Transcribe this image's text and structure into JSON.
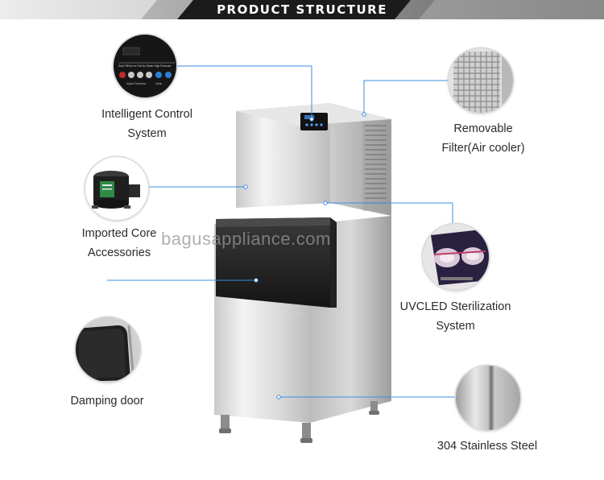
{
  "header": {
    "title": "PRODUCT STRUCTURE",
    "colors": {
      "light": "#dcdcdc",
      "mid": "#7a7a7a",
      "dark": "#1b1b1b",
      "accent": "#2d82d8"
    }
  },
  "callouts": {
    "control": {
      "line1": "Intelligent Control",
      "line2": "System"
    },
    "filter": {
      "line1": "Removable",
      "line2": "Filter(Air cooler)"
    },
    "compressor": {
      "line1": "Imported Core",
      "line2": "Accessories"
    },
    "uvc": {
      "line1": "UVCLED Sterilization",
      "line2": "System"
    },
    "door": {
      "line1": "Damping door"
    },
    "steel": {
      "line1": "304 Stainless Steel"
    }
  },
  "watermark": "bagusappliance.com",
  "control_panel": {
    "button_labels": [
      "Start",
      "Fill/Ice",
      "Ice Full",
      "No Water",
      "High Pressure",
      "Clean"
    ],
    "bottom_labels": [
      "Adjust Thickness",
      "Clean"
    ]
  },
  "icons": {
    "control": "control-panel-icon",
    "filter": "filter-grid-icon",
    "compressor": "compressor-icon",
    "uvc": "uv-lamp-icon",
    "door": "damping-door-icon",
    "steel": "steel-panel-icon"
  }
}
